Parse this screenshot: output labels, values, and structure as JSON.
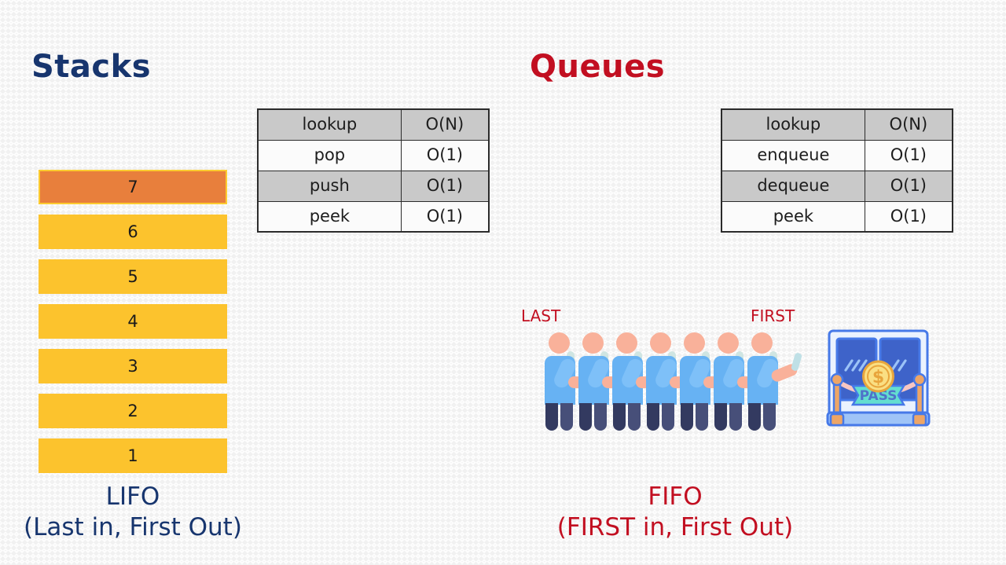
{
  "slide": {
    "background_color": "#f1f1f1"
  },
  "colors": {
    "stacks_accent": "#17356e",
    "queues_accent": "#c20f21",
    "stack_block": "#fcc32d",
    "stack_top_block": "#e87f3c",
    "table_shaded_row": "#c9c9c9",
    "table_plain_row": "#fbfbfb",
    "table_border": "#2b2b2b"
  },
  "stacks": {
    "title": "Stacks",
    "table": {
      "rows": [
        {
          "operation": "lookup",
          "complexity": "O(N)",
          "shaded": true
        },
        {
          "operation": "pop",
          "complexity": "O(1)",
          "shaded": false
        },
        {
          "operation": "push",
          "complexity": "O(1)",
          "shaded": true
        },
        {
          "operation": "peek",
          "complexity": "O(1)",
          "shaded": false
        }
      ]
    },
    "blocks": [
      {
        "label": "7",
        "top": true
      },
      {
        "label": "6",
        "top": false
      },
      {
        "label": "5",
        "top": false
      },
      {
        "label": "4",
        "top": false
      },
      {
        "label": "3",
        "top": false
      },
      {
        "label": "2",
        "top": false
      },
      {
        "label": "1",
        "top": false
      }
    ],
    "caption": "LIFO\n(Last in, First Out)"
  },
  "queues": {
    "title": "Queues",
    "table": {
      "rows": [
        {
          "operation": "lookup",
          "complexity": "O(N)",
          "shaded": true
        },
        {
          "operation": "enqueue",
          "complexity": "O(1)",
          "shaded": false
        },
        {
          "operation": "dequeue",
          "complexity": "O(1)",
          "shaded": true
        },
        {
          "operation": "peek",
          "complexity": "O(1)",
          "shaded": false
        }
      ]
    },
    "illustration": {
      "last_label": "LAST",
      "first_label": "FIRST",
      "people_count": 7,
      "booth": {
        "banner_text": "PASS",
        "coin_symbol": "$"
      }
    },
    "caption": "FIFO\n(FIRST in, First Out)"
  }
}
